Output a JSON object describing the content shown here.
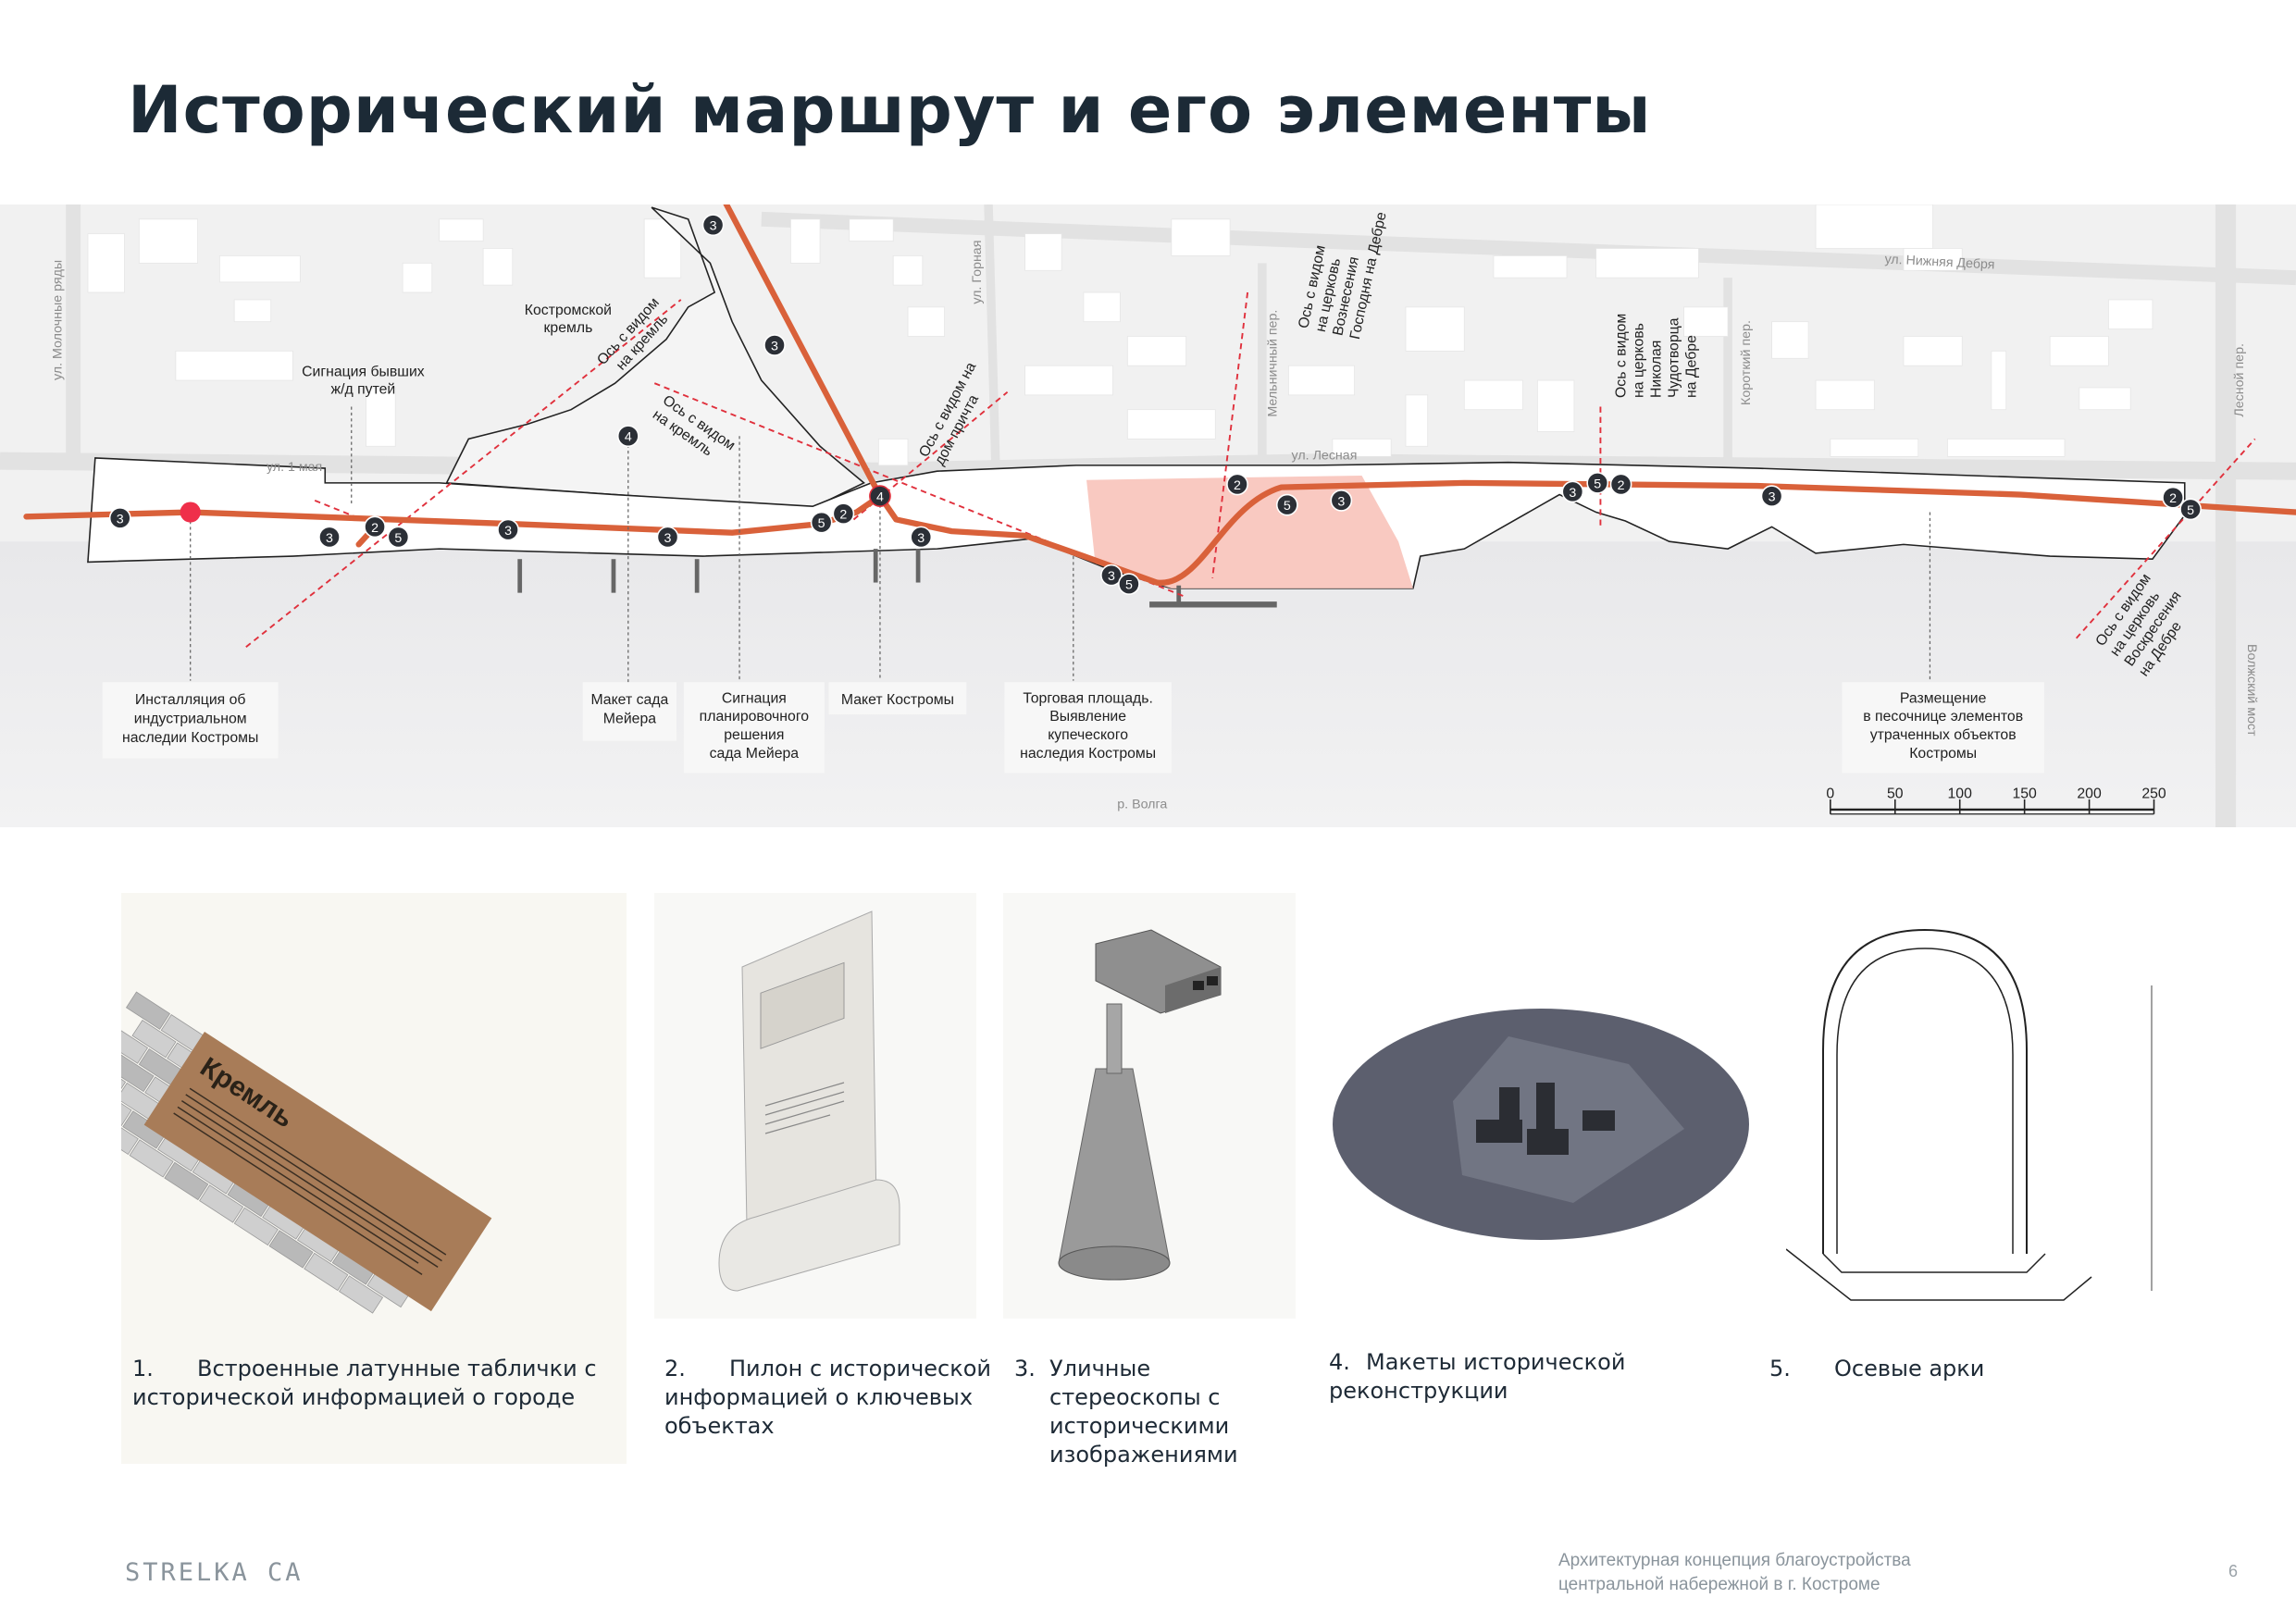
{
  "title": "Исторический маршрут и его элементы",
  "map": {
    "streets": {
      "molochnye": "ул. Молочные ряды",
      "pervomaya": "ул. 1 мая",
      "gornaya": "ул. Горная",
      "melnichny": "Мельничный пер.",
      "lesnaya": "ул. Лесная",
      "korotky": "Короткий пер.",
      "nizhnyaya_debrya": "ул. Нижняя Дебря",
      "lesnoy": "Лесной пер.",
      "volzhsky": "Волжский мост",
      "volga": "р. Волга"
    },
    "kremlin": [
      "Костромской",
      "кремль"
    ],
    "rail_signage": [
      "Сигнация бывших",
      "ж/д путей"
    ],
    "axes": {
      "kremlin1": [
        "Ось с видом",
        "на кремль"
      ],
      "kremlin2": [
        "Ось с видом",
        "на кремль"
      ],
      "prichet": [
        "Ось с видом на",
        "дом причта"
      ],
      "voznesenie": [
        "Ось с видом",
        "на церковь",
        "Вознесения",
        "Господня на Дебре"
      ],
      "nikolai": [
        "Ось с видом",
        "на церковь",
        "Николая",
        "Чудотворца",
        "на Дебре"
      ],
      "voskresenie": [
        "Ось с видом",
        "на церковь",
        "Воскресения",
        "на Дебре"
      ]
    },
    "callouts": {
      "installation": [
        "Инсталляция об",
        "индустриальном",
        "наследии Костромы"
      ],
      "meyer_model": [
        "Макет сада",
        "Мейера"
      ],
      "meyer_signage": [
        "Сигнация",
        "планировочного",
        "решения",
        "сада Мейера"
      ],
      "kostroma_model": [
        "Макет Костромы"
      ],
      "trade_square": [
        "Торговая площадь.",
        "Выявление",
        "купеческого",
        "наследия Костромы"
      ],
      "sandbox": [
        "Размещение",
        "в песочнице элементов",
        "утраченных объектов",
        "Костромы"
      ]
    },
    "markers": [
      "3",
      "3",
      "2",
      "5",
      "3",
      "3",
      "5",
      "2",
      "4",
      "3",
      "3",
      "3",
      "4",
      "3",
      "5",
      "2",
      "5",
      "3",
      "3",
      "5",
      "2",
      "3",
      "2",
      "5"
    ],
    "scale": {
      "ticks": [
        "0",
        "50",
        "100",
        "150",
        "200",
        "250"
      ]
    },
    "colors": {
      "route": "#d9613a",
      "axis": "#e0303c",
      "zone": "#f9c9c1",
      "marker": "#2b2f36"
    }
  },
  "elements": [
    {
      "num": "1.",
      "text": [
        "Встроенные латунные таблички с",
        "исторической информацией о городе"
      ],
      "plate_word": "Кремль"
    },
    {
      "num": "2.",
      "text": [
        "Пилон с исторической",
        "информацией о ключевых",
        "объектах"
      ]
    },
    {
      "num": "3.",
      "text": [
        "Уличные",
        "стереоскопы с",
        "историческими",
        "изображениями"
      ]
    },
    {
      "num": "4.",
      "text": [
        "Макеты исторической",
        "реконструкции"
      ]
    },
    {
      "num": "5.",
      "text": [
        "Осевые арки"
      ]
    }
  ],
  "footer": {
    "logo": "STRELKA CA",
    "subtitle": [
      "Архитектурная концепция благоустройства",
      "центральной набережной в г. Костроме"
    ],
    "page": "6"
  }
}
